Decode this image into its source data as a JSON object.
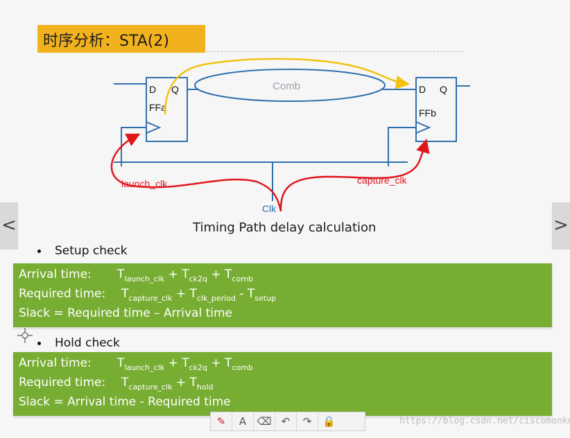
{
  "slide": {
    "title": "时序分析：STA(2)",
    "caption": "Timing Path delay calculation",
    "diagram": {
      "ffa": {
        "d": "D",
        "q": "Q",
        "name": "FFa"
      },
      "ffb": {
        "d": "D",
        "q": "Q",
        "name": "FFb"
      },
      "comb": "Comb",
      "launch_clk": "launch_clk",
      "capture_clk": "capture_clk",
      "clk": "Clk"
    },
    "setup": {
      "heading": "Setup check",
      "arrival_label": "Arrival time:",
      "arrival_t1": "T",
      "arrival_t1_sub": "launch_clk",
      "arrival_t2": "T",
      "arrival_t2_sub": "ck2q",
      "arrival_t3": "T",
      "arrival_t3_sub": "comb",
      "required_label": "Required time:",
      "required_t1": "T",
      "required_t1_sub": "capture_clk",
      "required_t2": "T",
      "required_t2_sub": "clk_period",
      "required_t3": "T",
      "required_t3_sub": "setup",
      "plus": "+",
      "minus": "-",
      "slack": "Slack = Required time – Arrival time"
    },
    "hold": {
      "heading": "Hold check",
      "arrival_label": "Arrival time:",
      "arrival_t1": "T",
      "arrival_t1_sub": "launch_clk",
      "arrival_t2": "T",
      "arrival_t2_sub": "ck2q",
      "arrival_t3": "T",
      "arrival_t3_sub": "comb",
      "required_label": "Required time:",
      "required_t1": "T",
      "required_t1_sub": "capture_clk",
      "required_t2": "T",
      "required_t2_sub": "hold",
      "plus": "+",
      "slack": "Slack = Arrival time - Required time"
    }
  },
  "nav": {
    "prev": "<",
    "next": ">"
  },
  "toolbar": [
    {
      "name": "pen-tool",
      "glyph": "✎"
    },
    {
      "name": "text-tool",
      "glyph": "A"
    },
    {
      "name": "eraser-tool",
      "glyph": "⌫"
    },
    {
      "name": "undo",
      "glyph": "↶"
    },
    {
      "name": "redo",
      "glyph": "↷"
    },
    {
      "name": "lock",
      "glyph": "🔒"
    }
  ],
  "watermark": "https://blog.csdn.net/ciscomonkey",
  "colors": {
    "title_bg": "#f2b21d",
    "box_green": "#78ad33",
    "wire": "#2f6fad",
    "clock_path": "#e0161b",
    "data_path": "#f2c20f"
  }
}
